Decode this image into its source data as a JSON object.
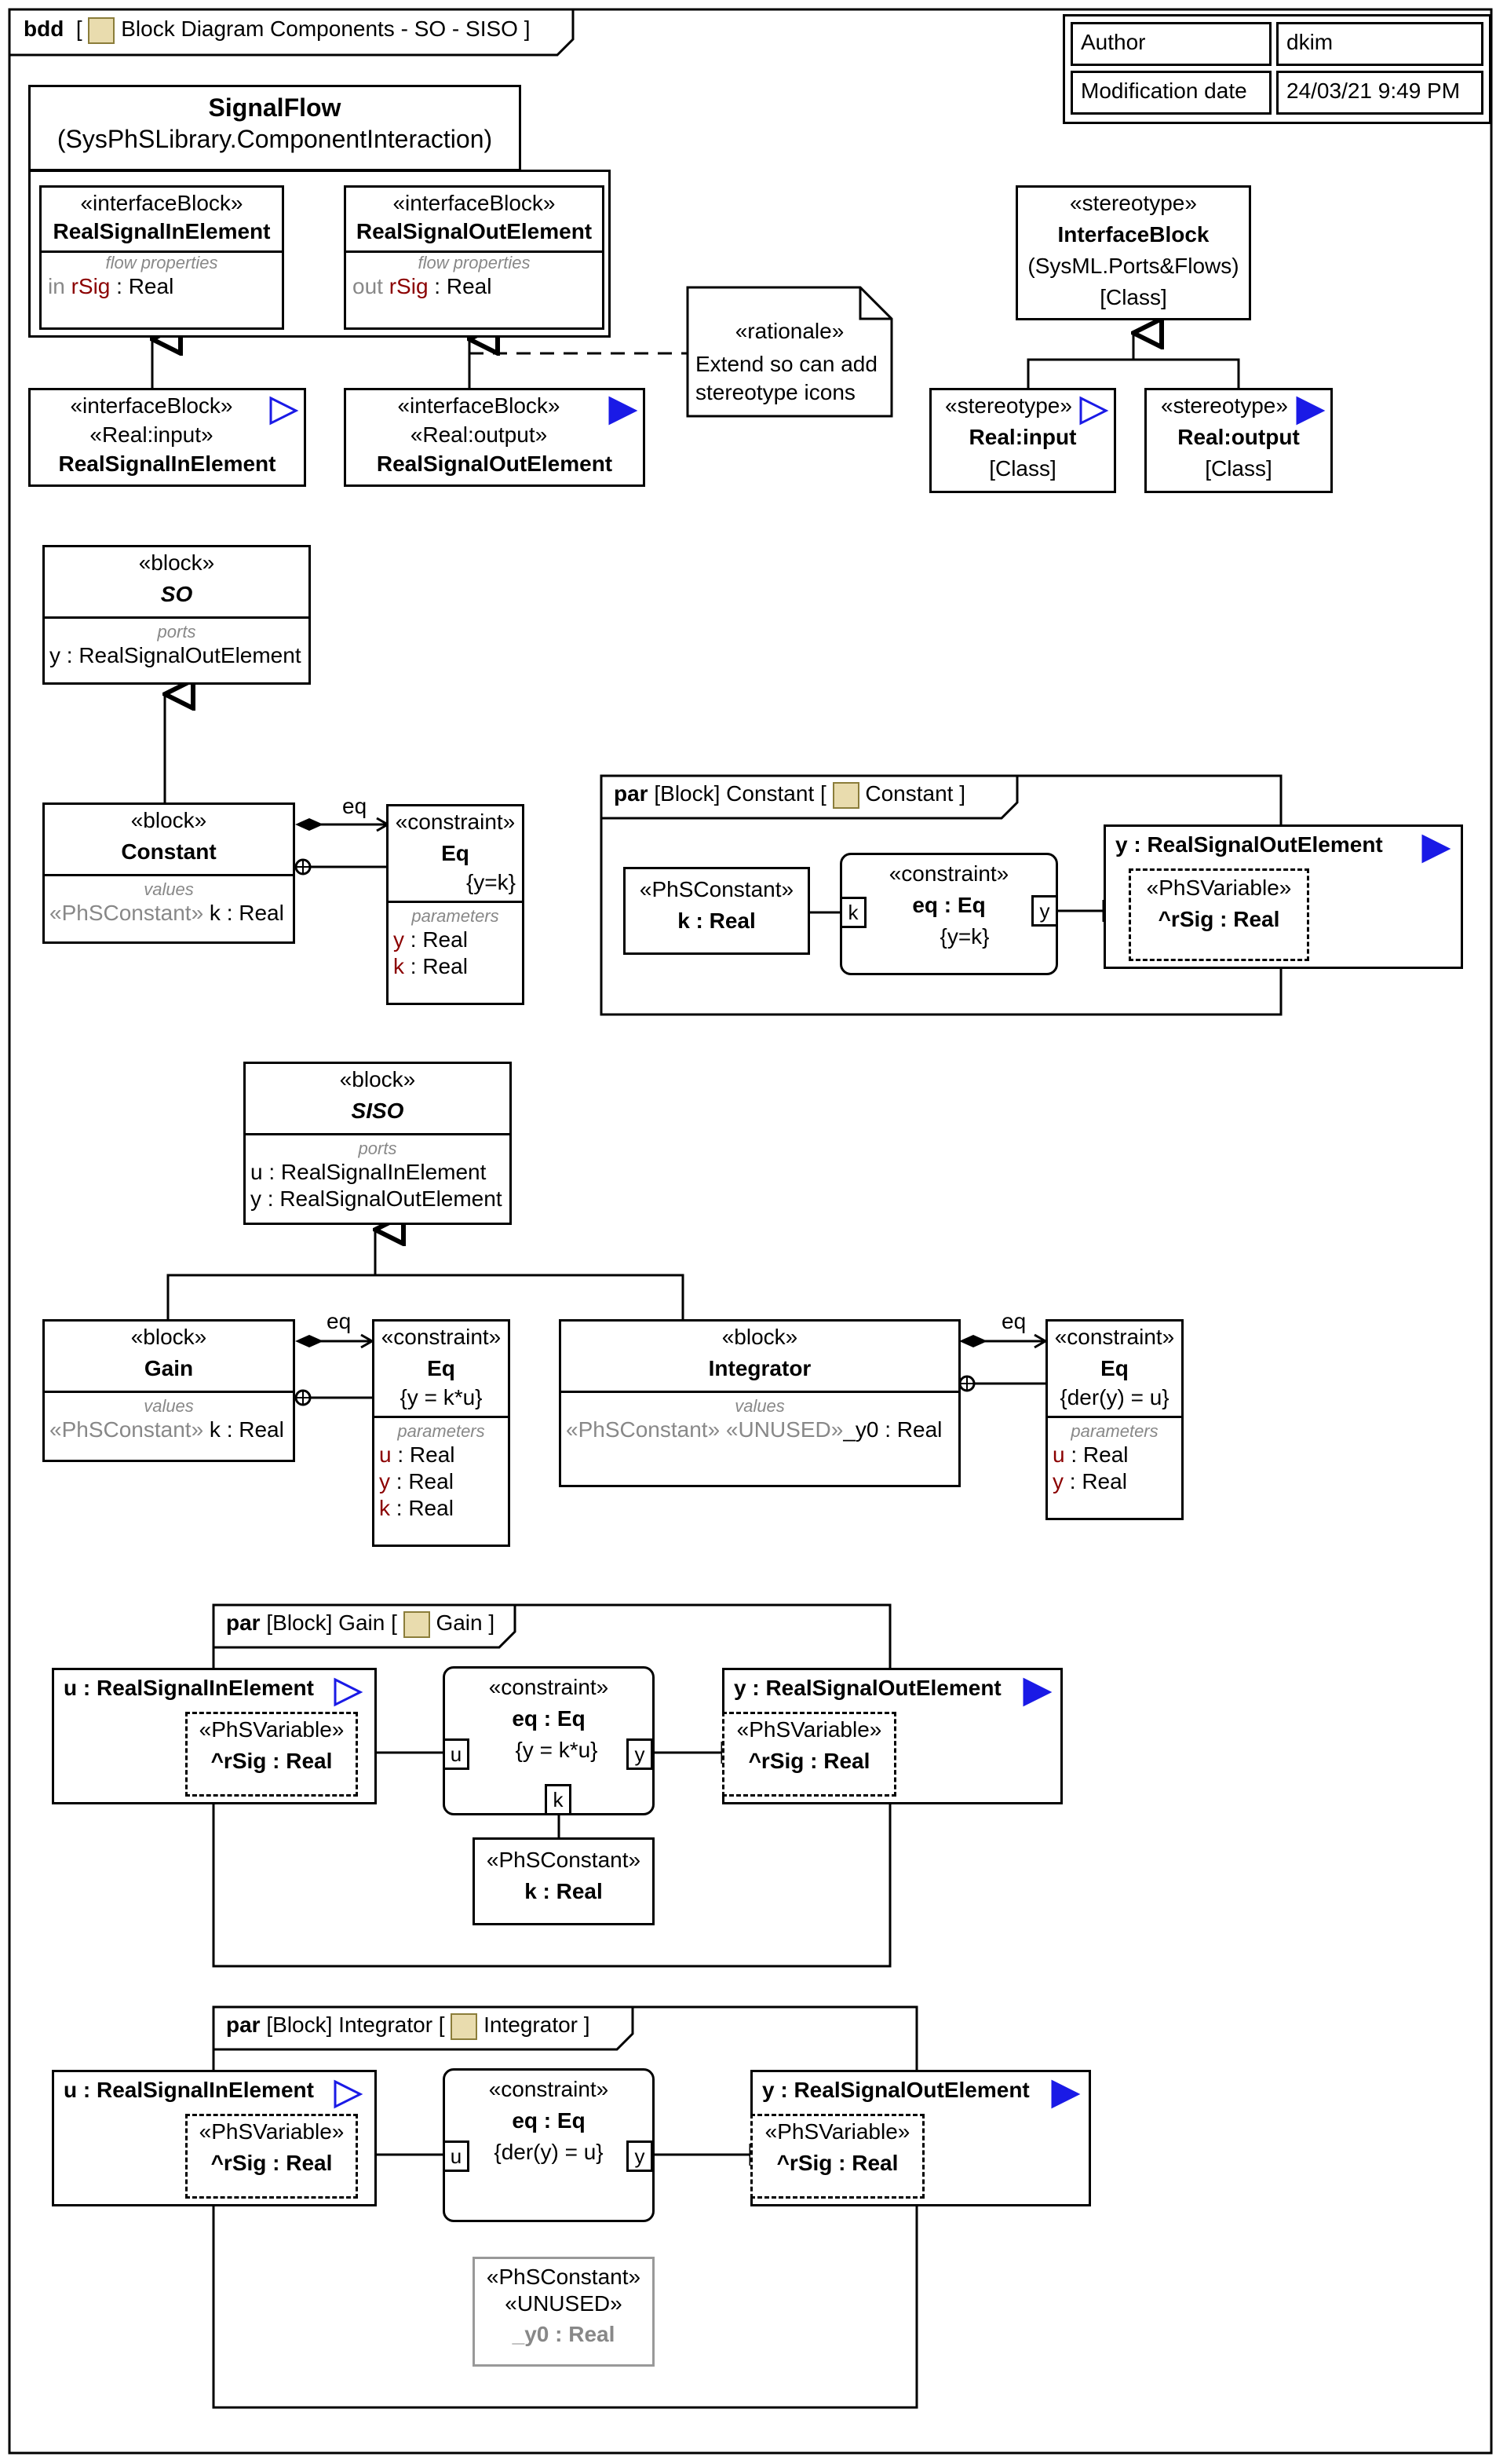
{
  "frame": {
    "kind": "bdd",
    "title": "Block Diagram Components - SO - SISO"
  },
  "meta": {
    "author_label": "Author",
    "author_value": "dkim",
    "mod_label": "Modification date",
    "mod_value": "24/03/21 9:49 PM"
  },
  "signalflow": {
    "name": "SignalFlow",
    "qualifier": "(SysPhSLibrary.ComponentInteraction)"
  },
  "st": {
    "interfaceBlock": "«interfaceBlock»",
    "block": "«block»",
    "constraint": "«constraint»",
    "stereotype": "«stereotype»",
    "rationale": "«rationale»",
    "phsconstant": "«PhSConstant»",
    "phsvariable": "«PhSVariable»",
    "unused": "«UNUSED»",
    "realinput": "«Real:input»",
    "realoutput": "«Real:output»",
    "cls": "[Class]"
  },
  "names": {
    "rsin": "RealSignalInElement",
    "rsout": "RealSignalOutElement",
    "ib": "InterfaceBlock",
    "ib_q": "(SysML.Ports&Flows)",
    "rinput": "Real:input",
    "routput": "Real:output",
    "so": "SO",
    "siso": "SISO",
    "constant": "Constant",
    "gain": "Gain",
    "integrator": "Integrator",
    "eq": "Eq"
  },
  "labels": {
    "flow": "flow properties",
    "ports": "ports",
    "values": "values",
    "params": "parameters",
    "eq": "eq"
  },
  "props": {
    "in_kw": "in",
    "out_kw": "out",
    "rsig": "rSig",
    "real": ": Real",
    "y_port": "y : RealSignalOutElement",
    "u_port": "u : RealSignalInElement",
    "k_real": "k : Real",
    "y_real": "y : Real",
    "u_real": "u : Real",
    "y0_real": "_y0 : Real",
    "y_r": "y",
    "u_r": "u",
    "k_r": "k"
  },
  "rationale": {
    "line1": "Extend so can add",
    "line2": "stereotype icons"
  },
  "eqs": {
    "yk": "{y=k}",
    "yku": "{y = k*u}",
    "der": "{der(y) = u}"
  },
  "par": {
    "kw": "par",
    "constant_ctx": "[Block] Constant [",
    "constant_name": "Constant ]",
    "gain_ctx": "[Block] Gain [",
    "gain_name": "Gain ]",
    "integ_ctx": "[Block] Integrator [",
    "integ_name": "Integrator ]",
    "eq_part": "eq : Eq",
    "k_part": "k : Real",
    "rsig_part": "^rSig : Real",
    "y0_part": "_y0 : Real",
    "pin_k": "k",
    "pin_y": "y",
    "pin_u": "u"
  },
  "colors": {
    "port_icon": "#1a1ae6",
    "muted": "#888888"
  }
}
